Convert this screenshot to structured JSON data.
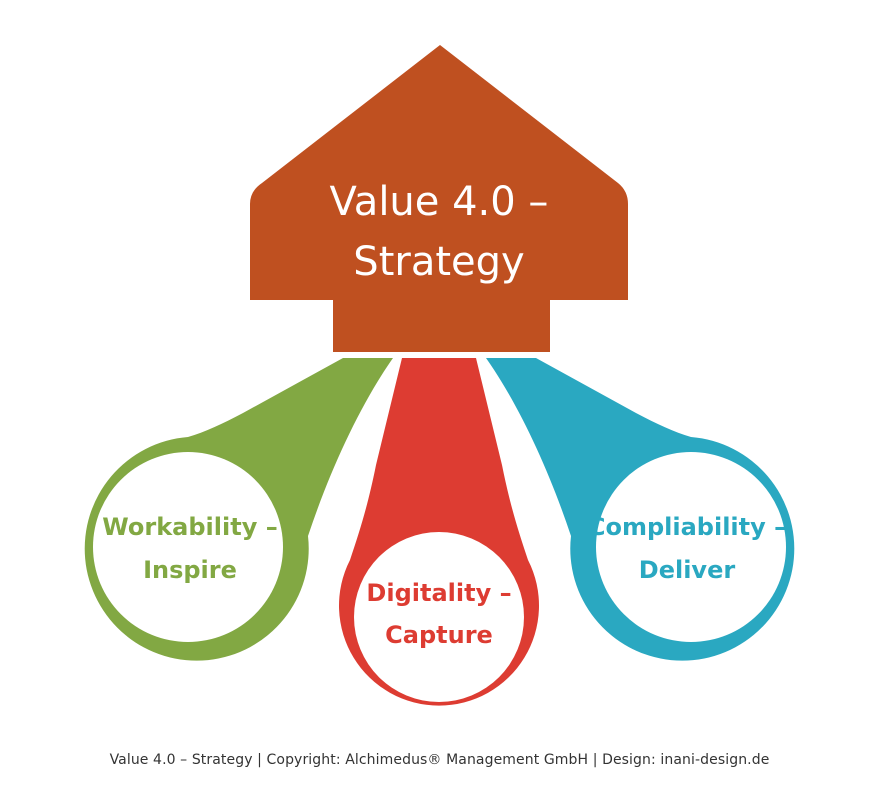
{
  "colors": {
    "strategy": "#bf5020",
    "workability": "#82a843",
    "digitality": "#dd3c32",
    "compliability": "#2aa8c1",
    "background": "#ffffff",
    "strategy_text": "#ffffff"
  },
  "strategy": {
    "line1": "Value 4.0 –",
    "line2": "Strategy"
  },
  "workability": {
    "line1": "Workability –",
    "line2": "Inspire"
  },
  "digitality": {
    "line1": "Digitality –",
    "line2": "Capture"
  },
  "compliability": {
    "line1": "Compliability –",
    "line2": "Deliver"
  },
  "caption": "Value 4.0 – Strategy | Copyright: Alchimedus® Management GmbH | Design: inani-design.de"
}
